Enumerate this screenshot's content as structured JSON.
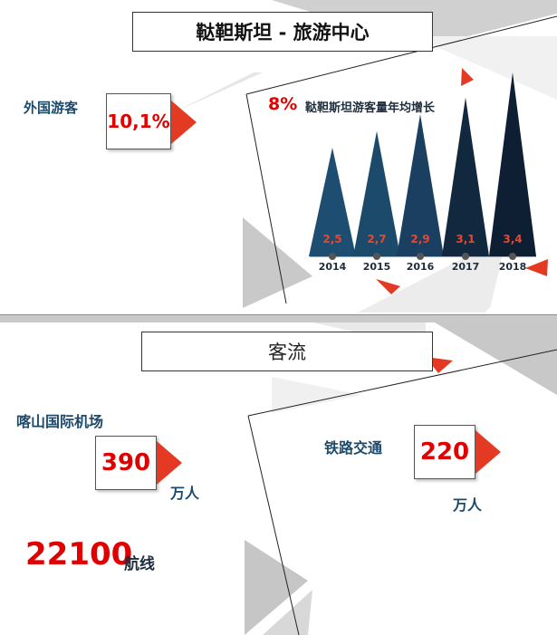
{
  "header": {
    "title": "鞑靼斯坦 - 旅游中心"
  },
  "foreign_tourists": {
    "label": "外国游客",
    "value": "10,1%"
  },
  "growth": {
    "percent": "8%",
    "label": "鞑靼斯坦游客量年均增长"
  },
  "chart_data": {
    "type": "bar",
    "categories": [
      "2014",
      "2015",
      "2016",
      "2017",
      "2018"
    ],
    "values": [
      2.5,
      2.7,
      2.9,
      3.1,
      3.4
    ],
    "value_labels": [
      "2,5",
      "2,7",
      "2,9",
      "3,1",
      "3,4"
    ],
    "colors": [
      "#1d4e72",
      "#1c4a6a",
      "#1a3f60",
      "#12283f",
      "#0e1e33"
    ]
  },
  "flow": {
    "title": "客流",
    "airport": {
      "label": "喀山国际机场",
      "value": "390",
      "unit": "万人"
    },
    "rail": {
      "label": "铁路交通",
      "value": "220",
      "unit": "万人"
    },
    "routes": {
      "value": "22100",
      "unit": "航线"
    }
  },
  "colors": {
    "accent_red": "#e43a24",
    "value_red": "#e10000",
    "label_blue": "#1b4a6b",
    "gray": "#c8c8c8"
  }
}
